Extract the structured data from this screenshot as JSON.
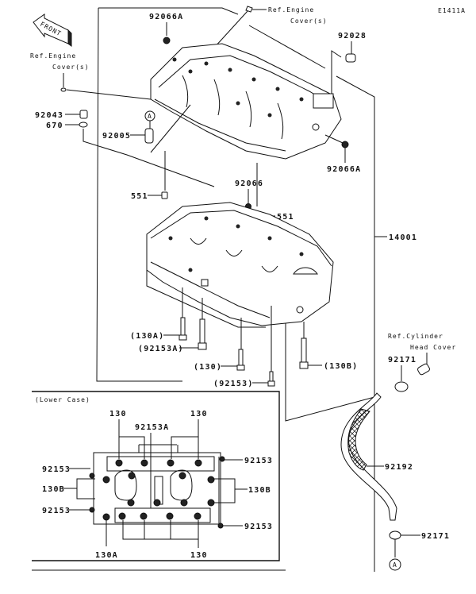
{
  "diagram": {
    "code": "E1411A",
    "front_arrow": "FRONT",
    "references": {
      "engine_cover_top": [
        "Ref.Engine",
        "Cover(s)"
      ],
      "engine_cover_left": [
        "Ref.Engine",
        "Cover(s)"
      ],
      "cylinder_head_cover": [
        "Ref.Cylinder",
        "Head Cover"
      ]
    },
    "callout_marker": "A",
    "parts": {
      "p92066A_top": "92066A",
      "p92028": "92028",
      "p92043": "92043",
      "p670": "670",
      "p92005": "92005",
      "p92066A_right": "92066A",
      "p551_left": "551",
      "p92066": "92066",
      "p551_right": "551",
      "p14001": "14001",
      "p130A": "(130A)",
      "p92153A": "(92153A)",
      "p130": "(130)",
      "p130B": "(130B)",
      "p92153": "(92153)",
      "p92171_top": "92171",
      "p92192": "92192",
      "p92171_bottom": "92171"
    },
    "lower_case": {
      "title": "(Lower Case)",
      "labels": {
        "top_130_left": "130",
        "top_130_right": "130",
        "top_92153A": "92153A",
        "left_92153_a": "92153",
        "left_130B": "130B",
        "left_92153_b": "92153",
        "right_92153_a": "92153",
        "right_130B": "130B",
        "right_92153_b": "92153",
        "bottom_130A": "130A",
        "bottom_130": "130"
      }
    }
  }
}
